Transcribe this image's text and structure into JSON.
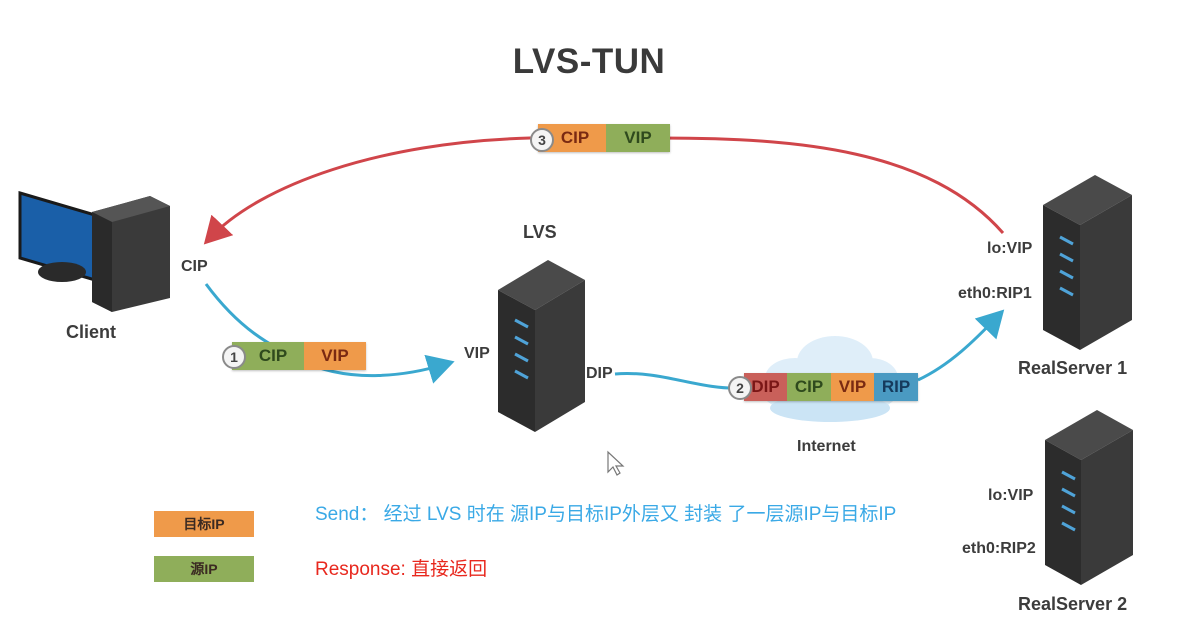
{
  "title": "LVS-TUN",
  "colors": {
    "dest_ip": "#ef9a4a",
    "src_ip": "#8fae5a",
    "dip": "#c9605a",
    "rip": "#4a9ac2",
    "request_arrow": "#3aa8cf",
    "response_arrow": "#d0454a",
    "send_note": "#3aa9e6",
    "response_note": "#e8281e"
  },
  "nodes": {
    "client": {
      "label": "Client",
      "interface": "CIP"
    },
    "lvs": {
      "label": "LVS",
      "vip": "VIP",
      "dip": "DIP"
    },
    "internet": {
      "label": "Internet"
    },
    "realserver1": {
      "label": "RealServer 1",
      "lo": "lo:VIP",
      "eth": "eth0:RIP1"
    },
    "realserver2": {
      "label": "RealServer 2",
      "lo": "lo:VIP",
      "eth": "eth0:RIP2"
    }
  },
  "packets": [
    {
      "step": "1",
      "fields": [
        "CIP",
        "VIP"
      ]
    },
    {
      "step": "2",
      "fields": [
        "DIP",
        "CIP",
        "VIP",
        "RIP"
      ]
    },
    {
      "step": "3",
      "fields": [
        "CIP",
        "VIP"
      ]
    }
  ],
  "legend": {
    "dest": "目标IP",
    "src": "源IP"
  },
  "notes": {
    "send": "Send： 经过 LVS 时在 源IP与目标IP外层又 封装 了一层源IP与目标IP",
    "response": "Response: 直接返回"
  }
}
